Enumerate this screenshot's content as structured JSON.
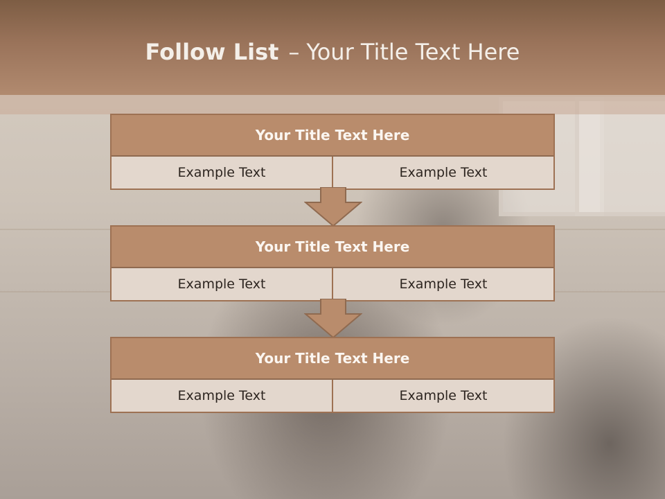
{
  "header": {
    "title_bold": "Follow List",
    "title_sep": "–",
    "title_rest": "Your Title Text Here"
  },
  "blocks": [
    {
      "title": "Your Title Text Here",
      "left": "Example Text",
      "right": "Example Text"
    },
    {
      "title": "Your Title Text Here",
      "left": "Example Text",
      "right": "Example Text"
    },
    {
      "title": "Your Title Text Here",
      "left": "Example Text",
      "right": "Example Text"
    }
  ],
  "colors": {
    "header": "#9a735a",
    "block_title": "#b98c6c",
    "block_body": "#e3d7cd",
    "border": "#9d7153"
  }
}
